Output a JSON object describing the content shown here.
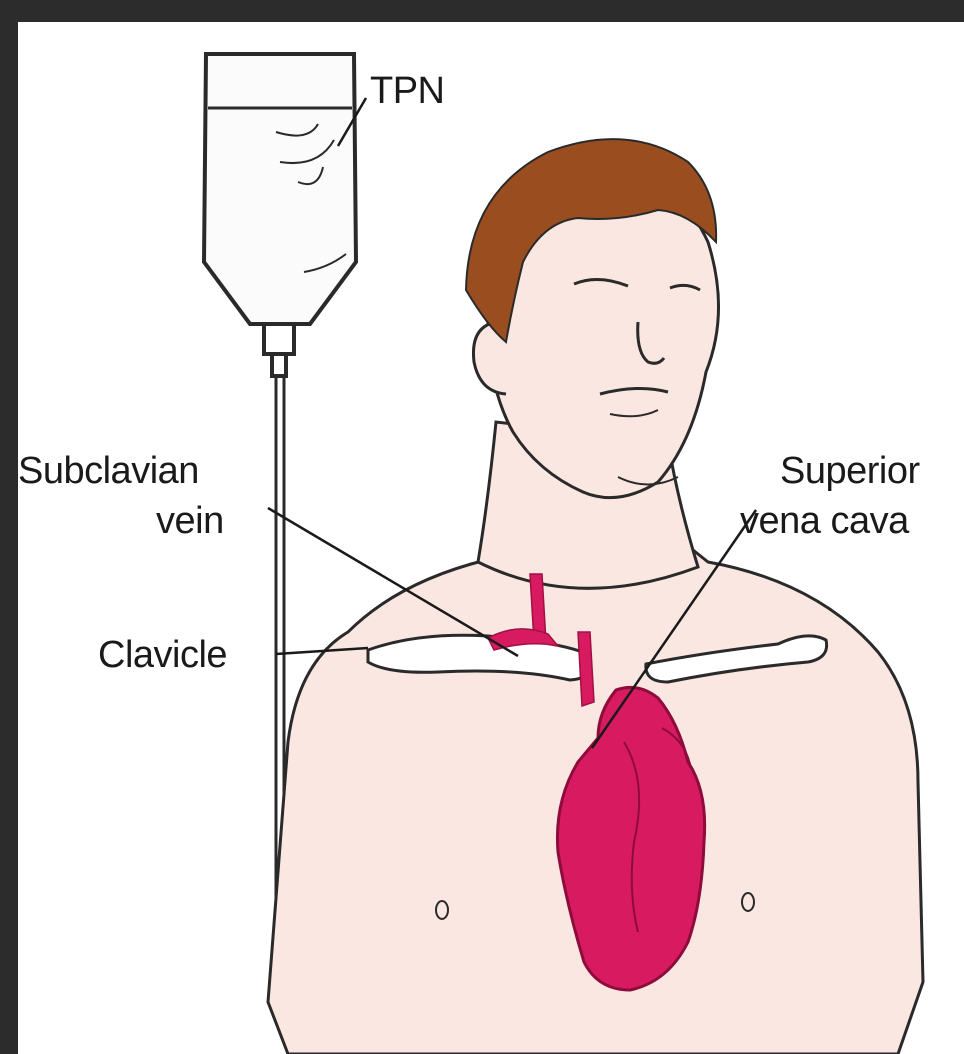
{
  "labels": {
    "tpn": "TPN",
    "subclavian_line1": "Subclavian",
    "subclavian_line2": "vein",
    "clavicle": "Clavicle",
    "svc_line1": "Superior",
    "svc_line2": "vena cava"
  },
  "colors": {
    "background_frame": "#2c2c2c",
    "skin": "#fbe7e2",
    "hair": "#9a4e1f",
    "heart": "#d81b60",
    "line_art": "#2a2a2a"
  }
}
